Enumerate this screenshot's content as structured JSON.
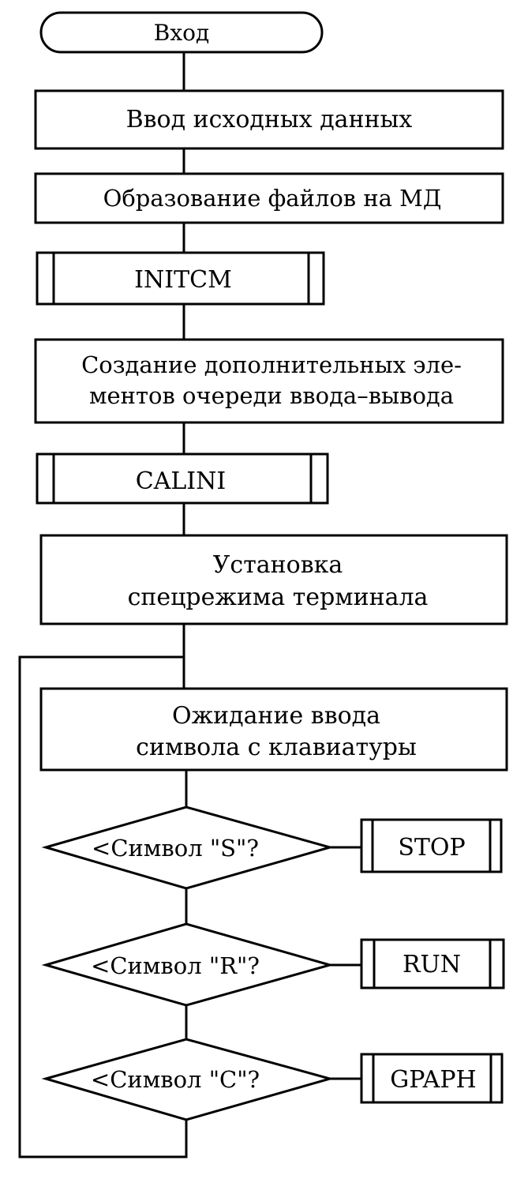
{
  "flowchart": {
    "start": "Вход",
    "input_data": "Ввод исходных данных",
    "create_files": "Образование файлов на МД",
    "initcm": "INITCM",
    "extra_queue_line1": "Создание дополнительных эле-",
    "extra_queue_line2": "ментов очереди ввода–вывода",
    "calini": "CALINI",
    "terminal_mode_line1": "Установка",
    "terminal_mode_line2": "спецрежима терминала",
    "wait_input_line1": "Ожидание ввода",
    "wait_input_line2": "символа с клавиатуры",
    "decision_s": "<Символ \"S\"?",
    "decision_r": "<Символ \"R\"?",
    "decision_c": "<Символ \"C\"?",
    "stop": "STOP",
    "run": "RUN",
    "graph": "GPAPH"
  }
}
